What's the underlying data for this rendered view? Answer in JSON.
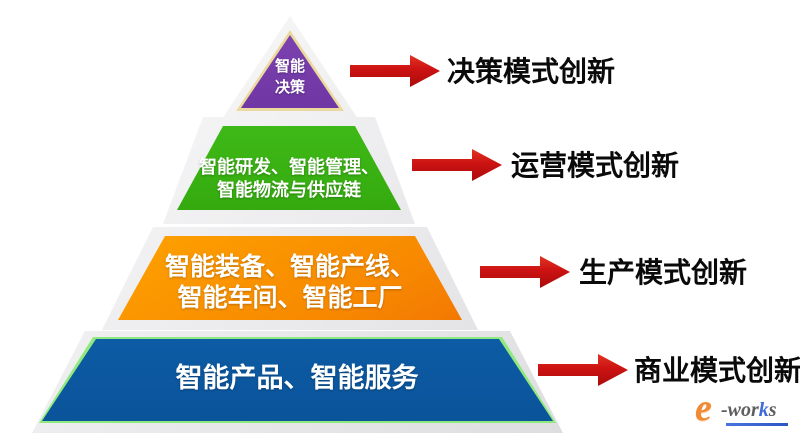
{
  "diagram": {
    "type": "pyramid",
    "tiers": [
      {
        "id": "decision",
        "shape_label": "智能\n决策",
        "arrow_label": "决策模式创新",
        "fill_color": "#5a2787",
        "edge_color": "#ecd9a0"
      },
      {
        "id": "operations",
        "shape_label": "智能研发、智能管理、\n智能物流与供应链",
        "arrow_label": "运营模式创新",
        "fill_color": "#36ad10",
        "edge_color": "#ffffff"
      },
      {
        "id": "production",
        "shape_label": "智能装备、智能产线、\n智能车间、智能工厂",
        "arrow_label": "生产模式创新",
        "fill_color": "#f88a00",
        "edge_color": "#ffffff"
      },
      {
        "id": "business",
        "shape_label": "智能产品、智能服务",
        "arrow_label": "商业模式创新",
        "fill_color": "#0e60a9",
        "edge_color": "#8fe97e"
      }
    ],
    "arrow_color": "#cc1212",
    "side_label_color": "#0a0a0a",
    "background_color": "#ffffff"
  },
  "logo": {
    "e": "e",
    "wor": "-wor",
    "k": "k",
    "s": "s"
  }
}
